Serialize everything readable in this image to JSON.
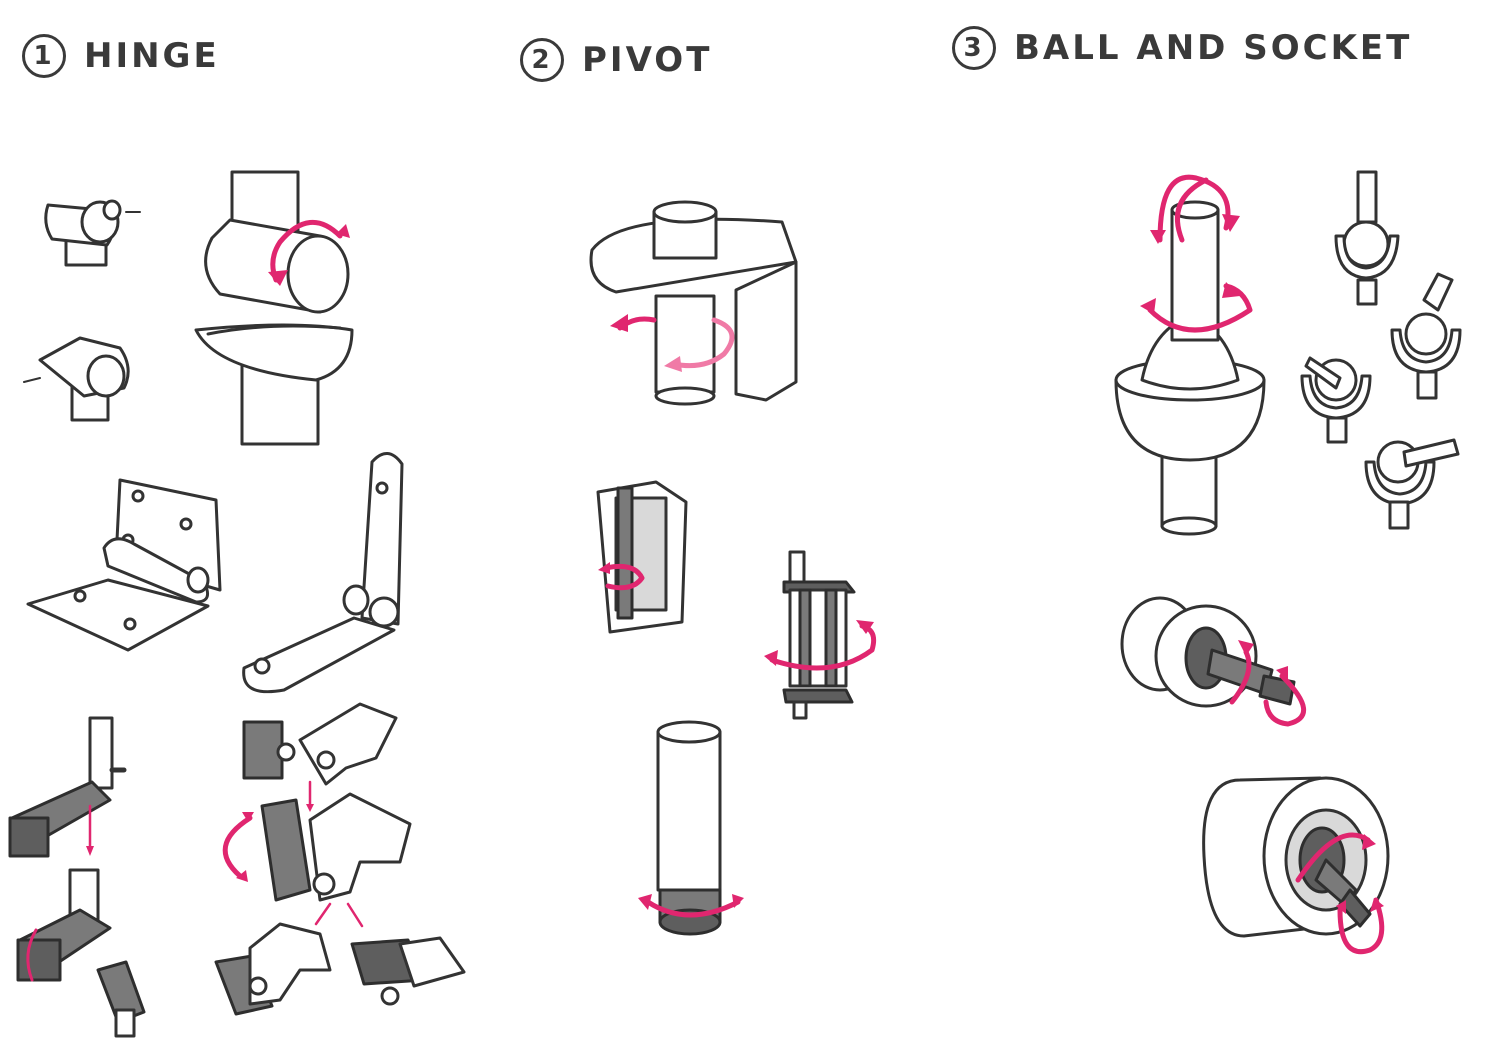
{
  "sections": [
    {
      "number": "1",
      "title": "HINGE"
    },
    {
      "number": "2",
      "title": "PIVOT"
    },
    {
      "number": "3",
      "title": "BALL AND SOCKET"
    }
  ],
  "colors": {
    "line": "#333333",
    "accent": "#e0266f",
    "dark_fill": "#7a7a7a",
    "background": "#ffffff"
  }
}
